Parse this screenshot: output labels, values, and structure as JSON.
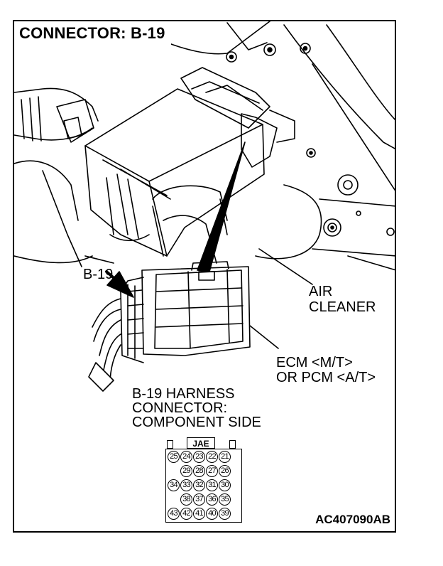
{
  "title": "CONNECTOR: B-19",
  "labels": {
    "connector_ref": "B-19",
    "air_cleaner_line1": "AIR",
    "air_cleaner_line2": "CLEANER",
    "ecm_line1": "ECM <M/T>",
    "ecm_line2": "OR PCM <A/T>",
    "harness_line1": "B-19 HARNESS",
    "harness_line2": "CONNECTOR:",
    "harness_line3": "COMPONENT SIDE"
  },
  "connector": {
    "key_label": "JAE",
    "rows": [
      [
        "25",
        "24",
        "23",
        "22",
        "21"
      ],
      [
        "29",
        "28",
        "27",
        "26"
      ],
      [
        "34",
        "33",
        "32",
        "31",
        "30"
      ],
      [
        "38",
        "37",
        "36",
        "35"
      ],
      [
        "43",
        "42",
        "41",
        "40",
        "39"
      ]
    ]
  },
  "figure_code": "AC407090AB"
}
